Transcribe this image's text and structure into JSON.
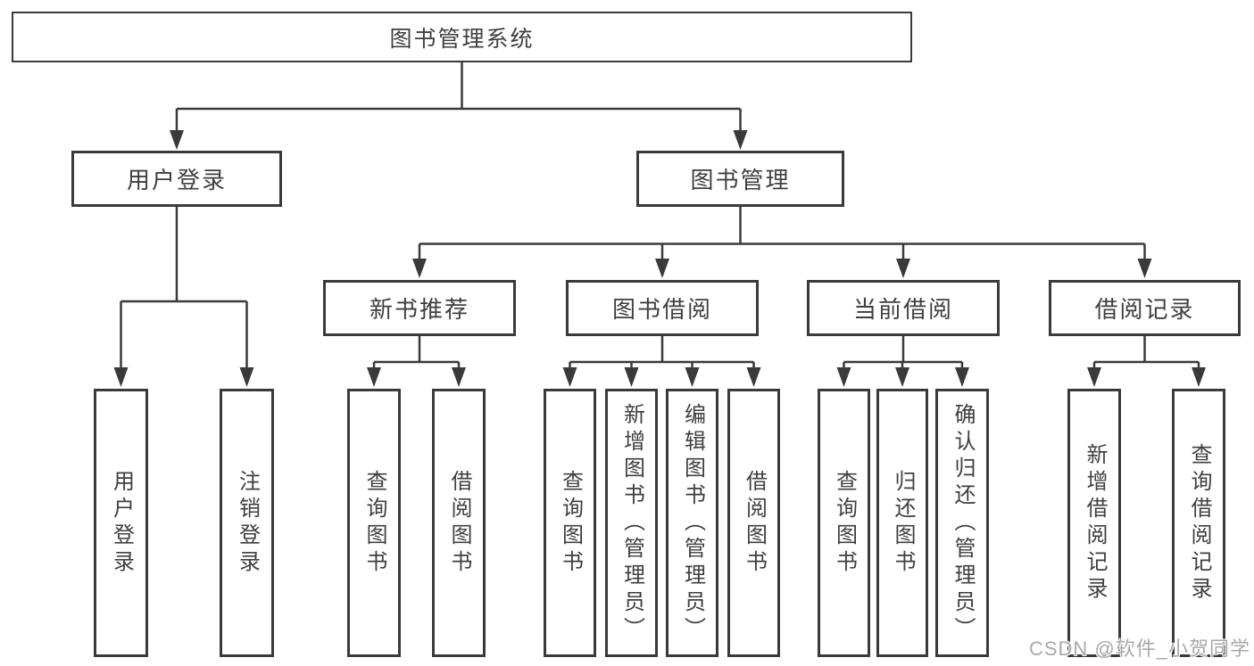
{
  "tree": {
    "label": "图书管理系统",
    "children": [
      {
        "label": "用户登录",
        "children": [
          {
            "label": "用户登录"
          },
          {
            "label": "注销登录"
          }
        ]
      },
      {
        "label": "图书管理",
        "children": [
          {
            "label": "新书推荐",
            "children": [
              {
                "label": "查询图书"
              },
              {
                "label": "借阅图书"
              }
            ]
          },
          {
            "label": "图书借阅",
            "children": [
              {
                "label": "查询图书"
              },
              {
                "label": "新增图书（管理员）"
              },
              {
                "label": "编辑图书（管理员）"
              },
              {
                "label": "借阅图书"
              }
            ]
          },
          {
            "label": "当前借阅",
            "children": [
              {
                "label": "查询图书"
              },
              {
                "label": "归还图书"
              },
              {
                "label": "确认归还（管理员）"
              }
            ]
          },
          {
            "label": "借阅记录",
            "children": [
              {
                "label": "新增借阅记录"
              },
              {
                "label": "查询借阅记录"
              }
            ]
          }
        ]
      }
    ]
  },
  "watermark": "CSDN @软件_小贺同学",
  "colors": {
    "line": "#3a3a3a",
    "text": "#3f3f3f",
    "box_background": "#ffffff",
    "watermark": "#a9a9a9",
    "background": "#ffffff"
  }
}
